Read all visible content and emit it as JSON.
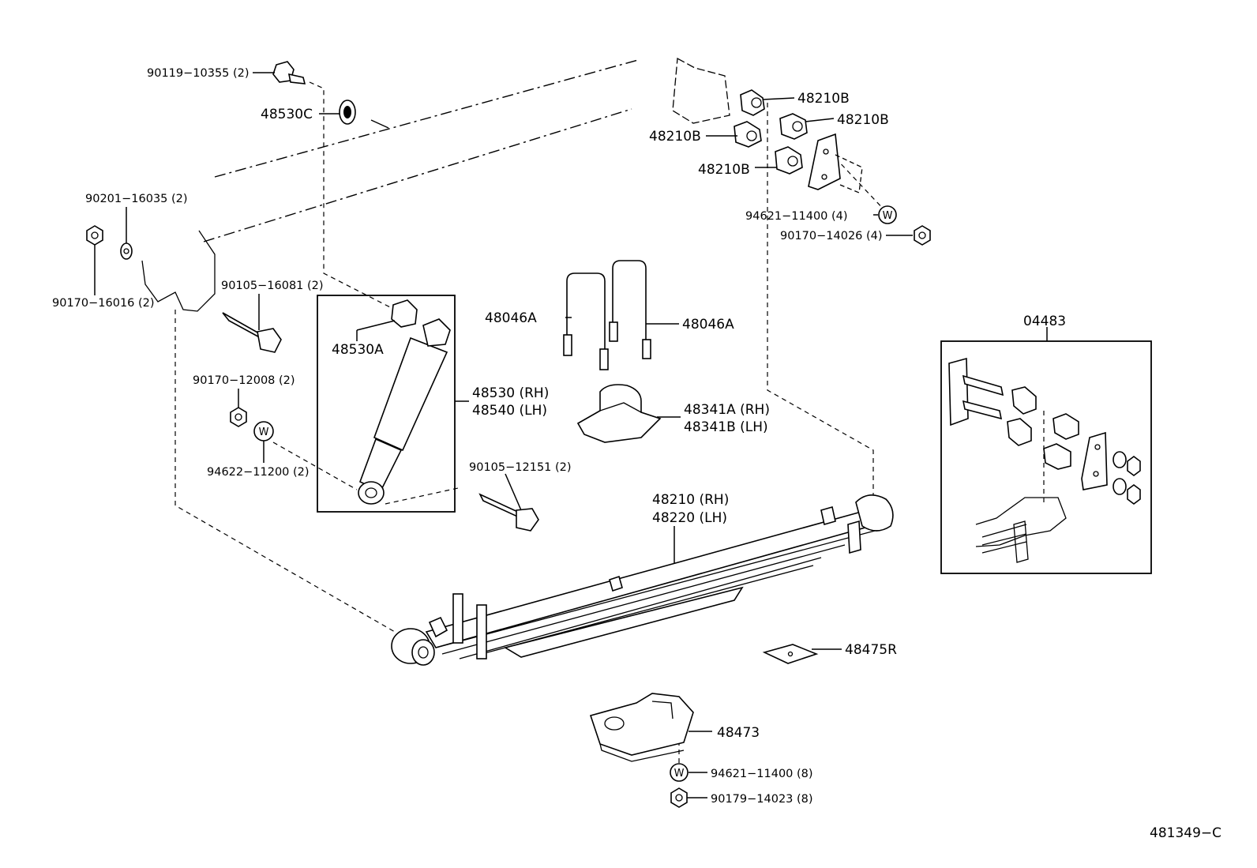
{
  "diagram": {
    "parts": {
      "p90119": "90119−10355 (2)",
      "p48530C": "48530C",
      "p90201": "90201−16035 (2)",
      "p90170_16016": "90170−16016 (2)",
      "p90105_16081": "90105−16081 (2)",
      "p48530A": "48530A",
      "p48530": "48530 (RH)",
      "p48540": "48540 (LH)",
      "p90170_12008": "90170−12008 (2)",
      "p94622": "94622−11200 (2)",
      "p90105_12151": "90105−12151 (2)",
      "p48046A_left": "48046A",
      "p48046A_right": "48046A",
      "p48341A": "48341A (RH)",
      "p48341B": "48341B (LH)",
      "p48210B_1": "48210B",
      "p48210B_2": "48210B",
      "p48210B_3": "48210B",
      "p48210B_4": "48210B",
      "p94621_4": "94621−11400 (4)",
      "p90170_14026": "90170−14026 (4)",
      "p48210": "48210 (RH)",
      "p48220": "48220 (LH)",
      "p48475R": "48475R",
      "p48473": "48473",
      "p94621_8": "94621−11400 (8)",
      "p90179": "90179−14023 (8)",
      "p04483": "04483"
    },
    "washer_mark": "W",
    "figure_id": "481349−C"
  }
}
